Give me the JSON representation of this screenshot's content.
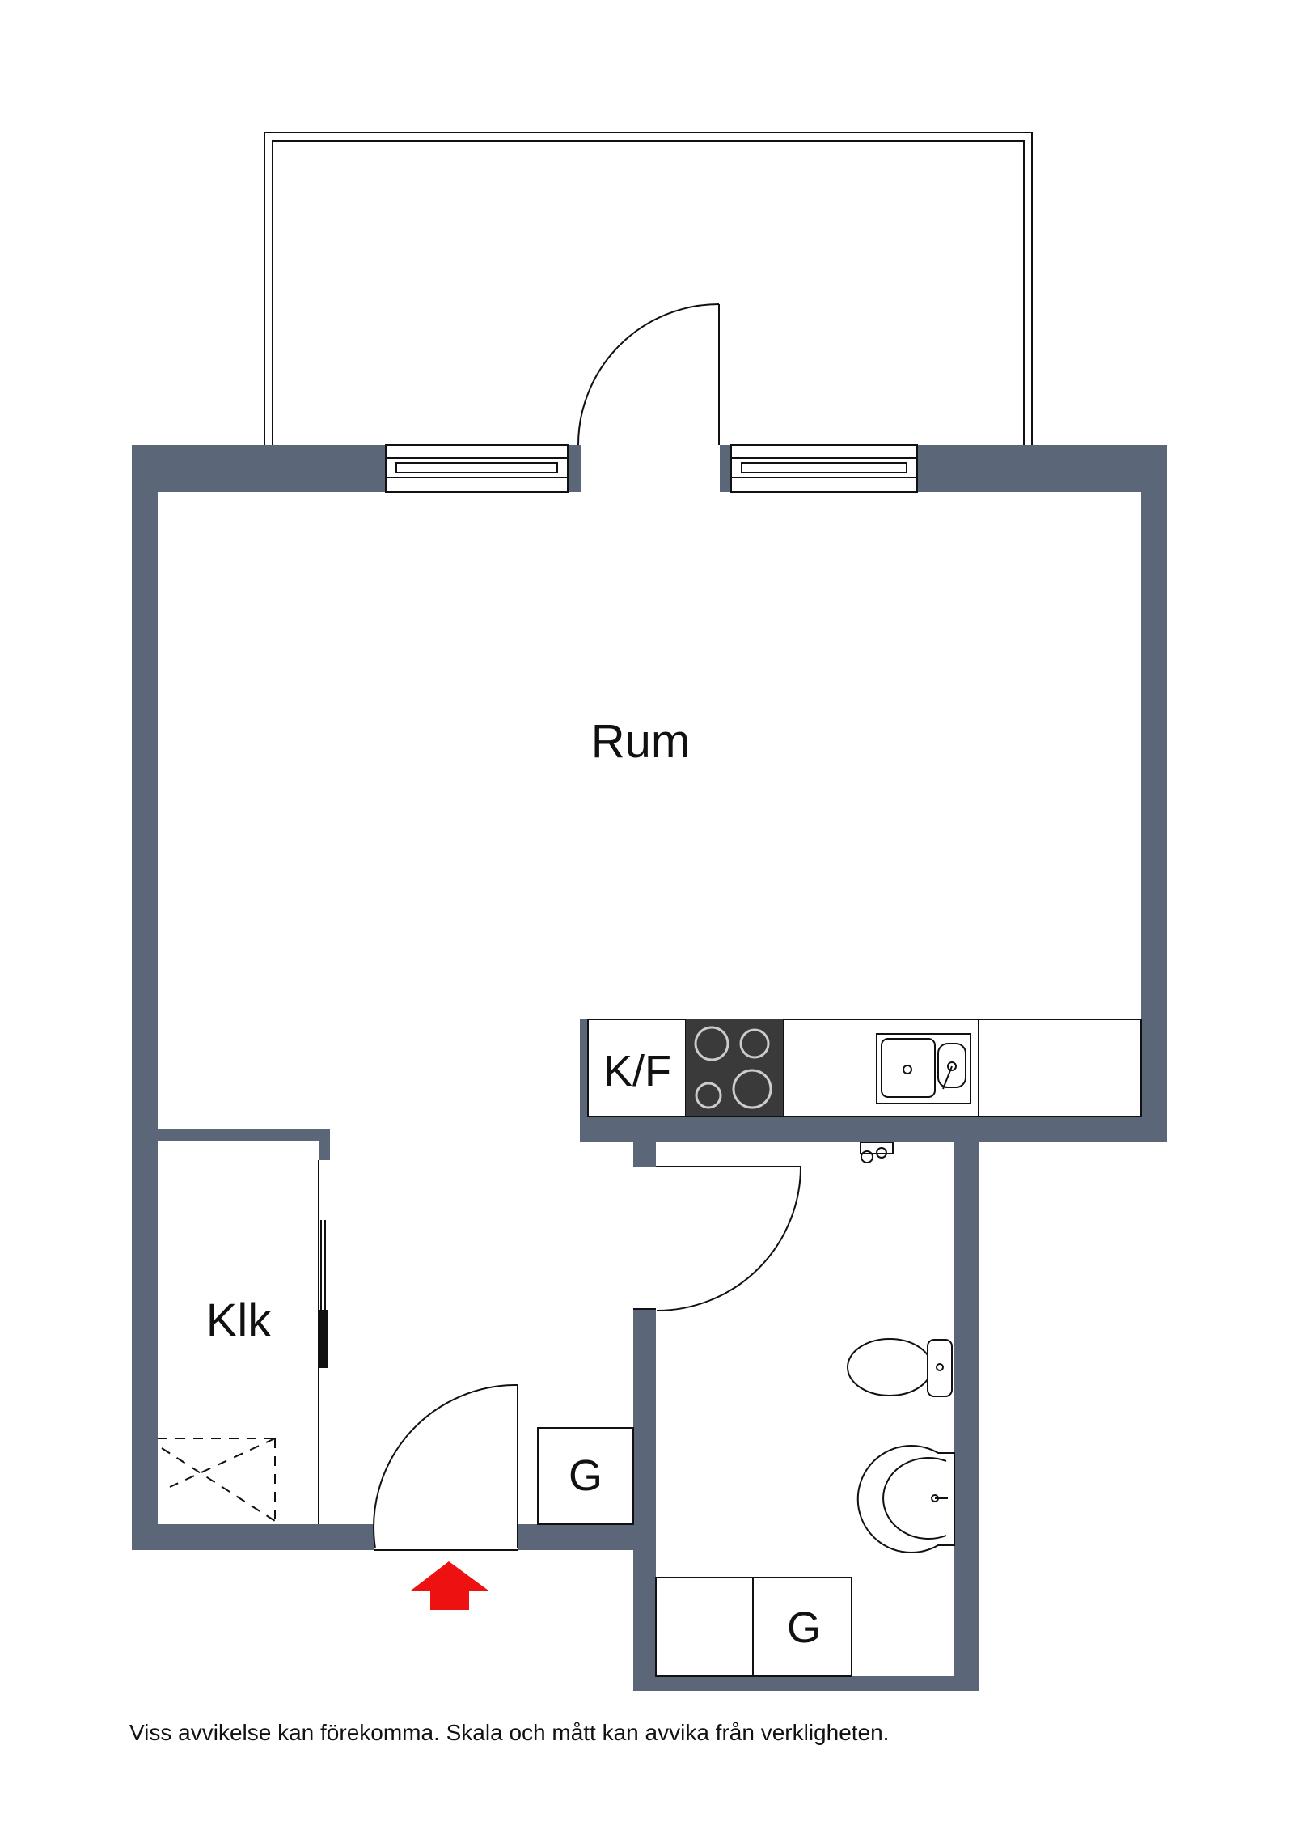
{
  "colors": {
    "wall": "#5b6778",
    "background": "#ffffff",
    "line": "#111111",
    "stove": "#3a3a3a",
    "entrance_arrow": "#ee1111"
  },
  "rooms": {
    "main_room": "Rum",
    "kitchen": "K/F",
    "closet": "Klk",
    "wardrobe_hall": "G",
    "wardrobe_bath": "G"
  },
  "icons": {
    "entrance": "entrance-arrow-icon",
    "stove": "stove-icon",
    "kitchen_sink": "kitchen-sink-icon",
    "toilet": "toilet-icon",
    "washbasin": "washbasin-icon",
    "shower_tap": "shower-tap-icon"
  },
  "disclaimer": "Viss avvikelse kan förekomma. Skala och mått kan avvika från verkligheten."
}
